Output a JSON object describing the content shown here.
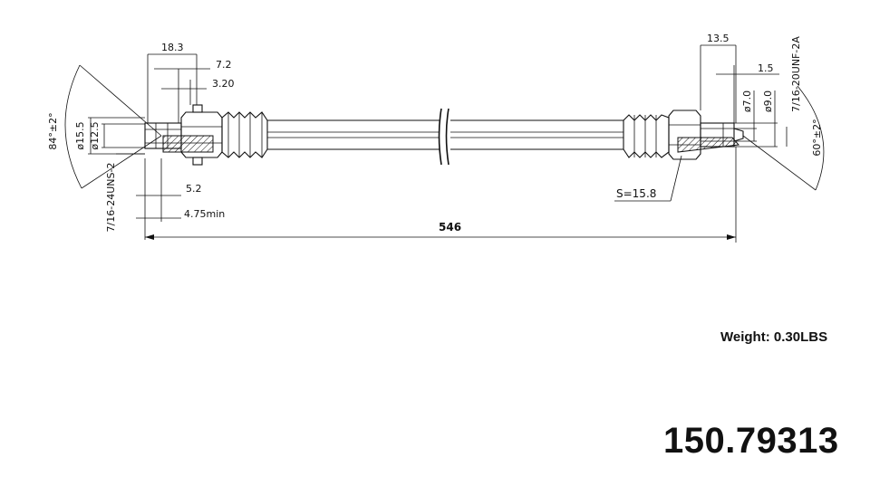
{
  "dimensions": {
    "left_overall": "18.3",
    "left_thread_len": "7.2",
    "left_flange": "3.20",
    "left_angle": "84°±2°",
    "left_od": "ø15.5",
    "left_id": "ø12.5",
    "left_thread": "7/16-24UNS-2",
    "left_seat": "5.2",
    "left_min": "4.75min",
    "total_length": "546",
    "right_overall": "13.5",
    "right_step": "1.5",
    "right_thread": "7/16-20UNF-2A",
    "right_d1": "ø7.0",
    "right_d2": "ø9.0",
    "right_angle": "60°±2°",
    "hex_size": "S=15.8"
  },
  "weight": "Weight: 0.30LBS",
  "part_number": "150.79313"
}
